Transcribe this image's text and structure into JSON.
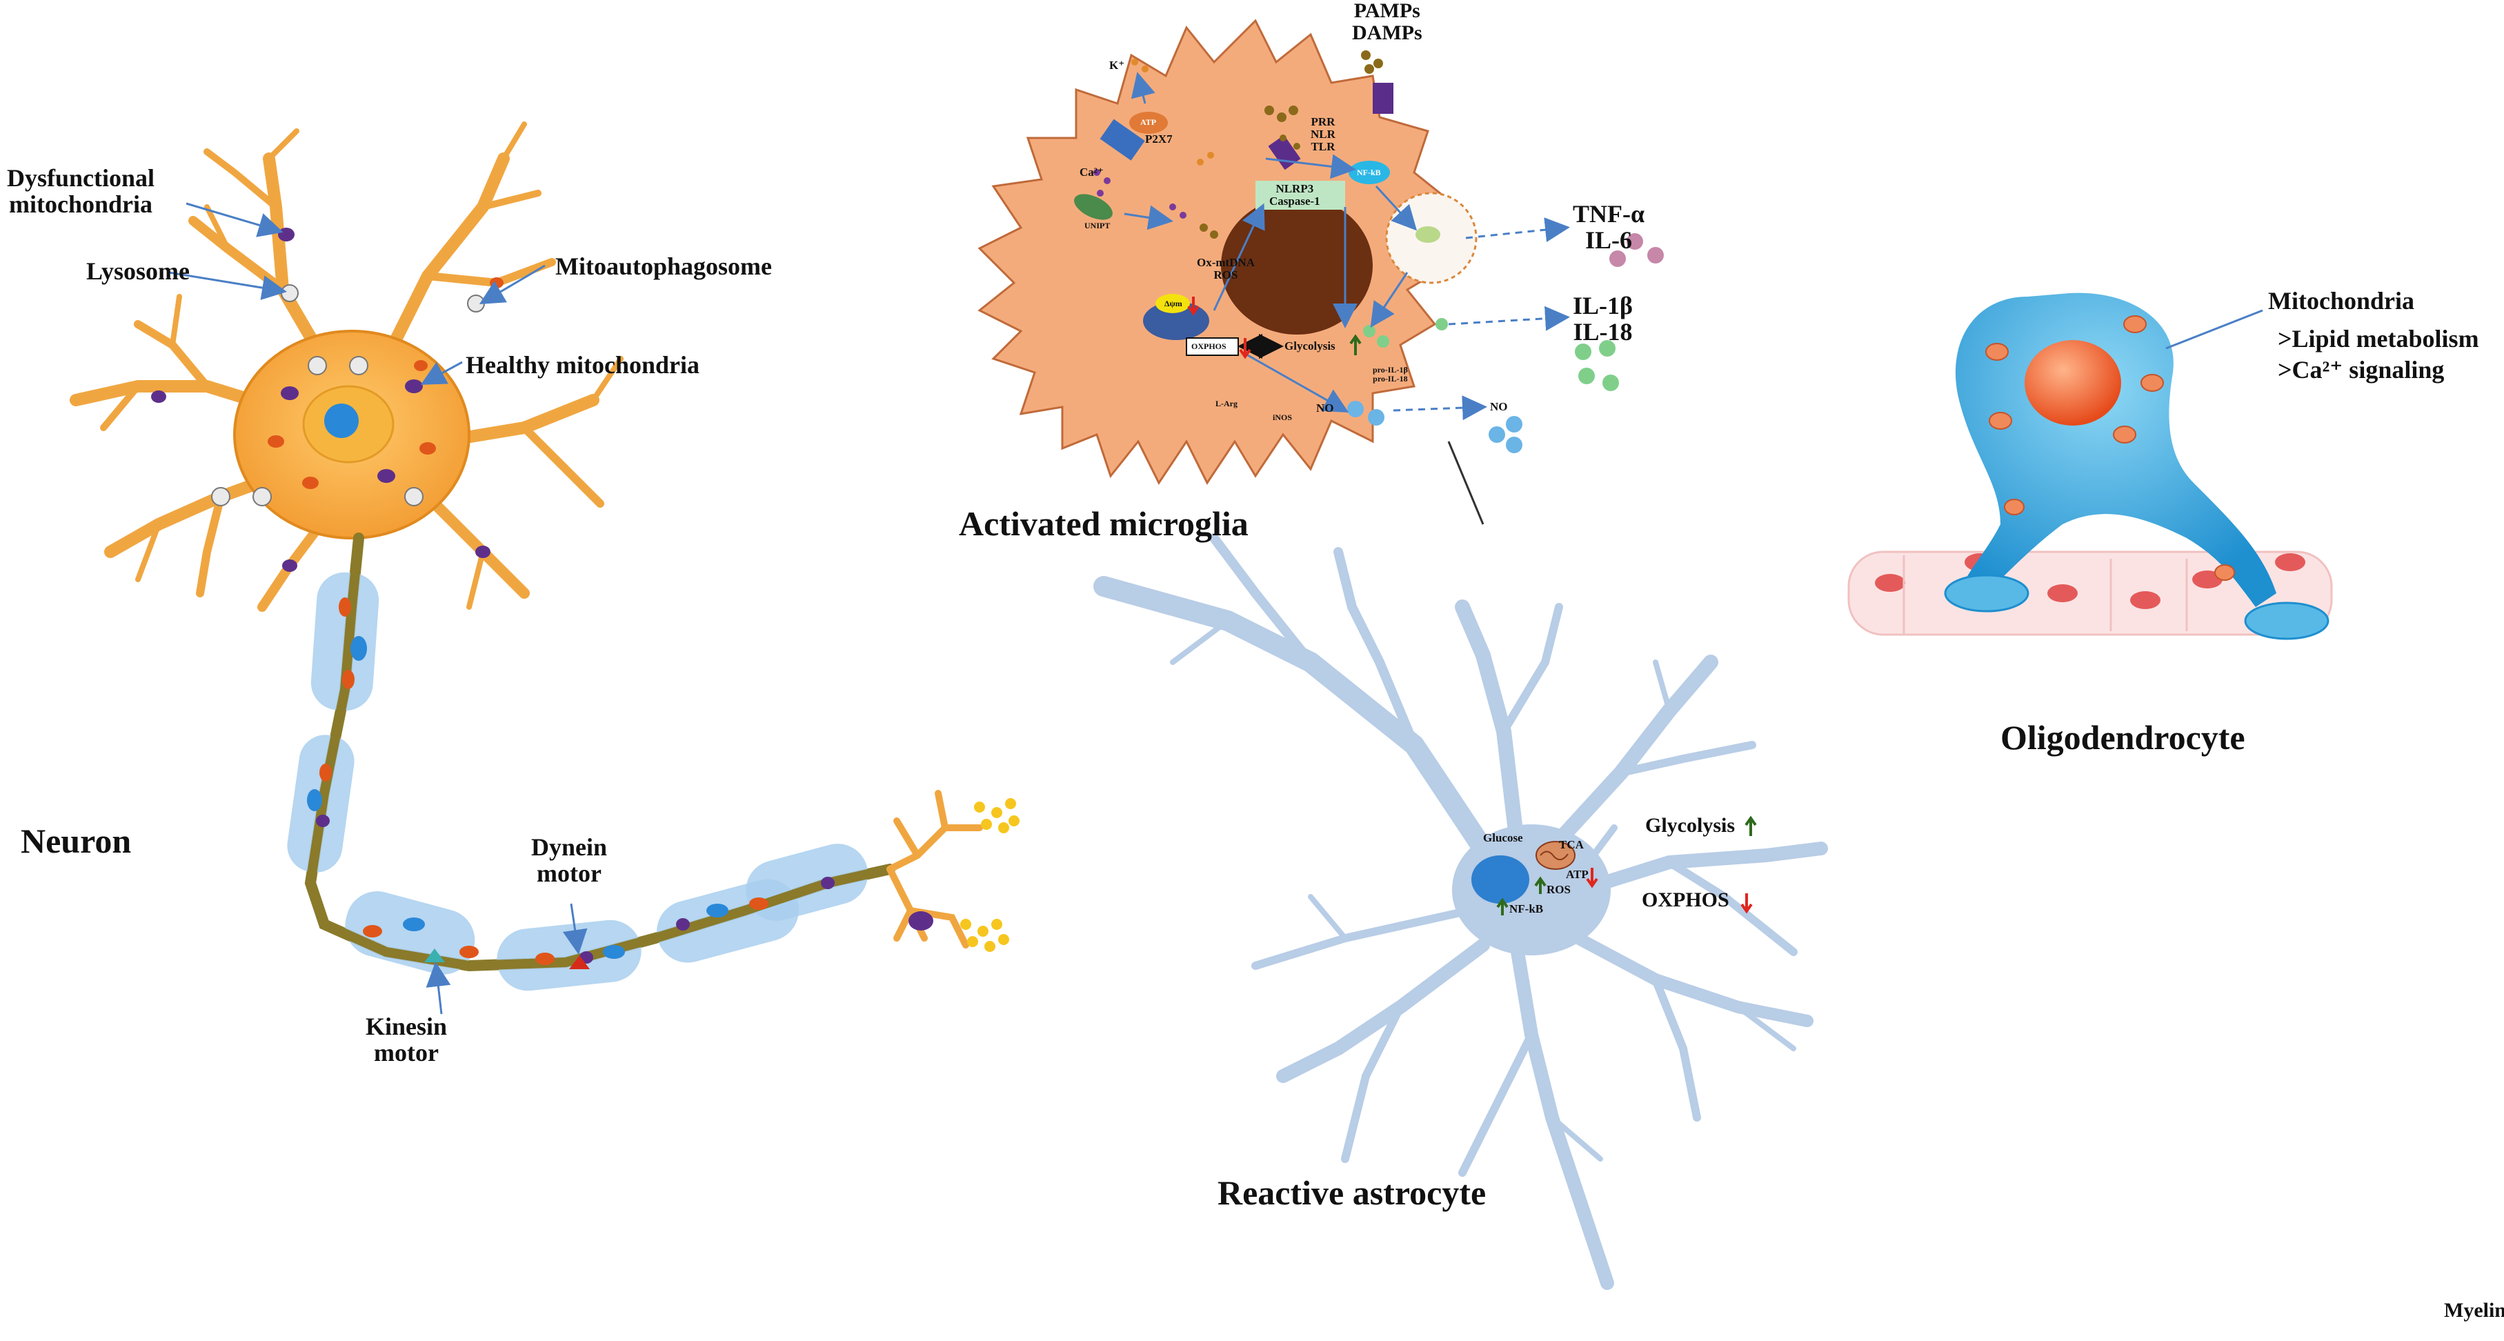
{
  "titles": {
    "neuron": "Neuron",
    "microglia": "Activated microglia",
    "astrocyte": "Reactive astrocyte",
    "oligodendrocyte": "Oligodendrocyte"
  },
  "neuron": {
    "dysfunctional_mitochondria": "Dysfunctional\nmitochondria",
    "lysosome": "Lysosome",
    "mitoautophagosome": "Mitoautophagosome",
    "healthy_mitochondria": "Healthy mitochondria",
    "dynein_motor": "Dynein\nmotor",
    "kinesin_motor": "Kinesin\nmotor"
  },
  "microglia": {
    "pamps_damps": "PAMPs\nDAMPs",
    "k_ion": "K⁺",
    "atp": "ATP",
    "p2x7": "P2X7",
    "prr_nlr_tlr": "PRR\nNLR\nTLR",
    "nfkb": "NF-kB",
    "ca_ion": "Ca²⁺",
    "uniporter": "UNIPT",
    "nlrp3_caspase": "NLRP3\nCaspase-1",
    "ox_mtdna_ros": "Ox-mtDNA\nROS",
    "delta_psi": "Δψm",
    "oxphos": "OXPHOS",
    "glycolysis": "Glycolysis",
    "pro_il": "pro-IL-1β\npro-IL-18",
    "l_arg": "L-Arg",
    "inos": "iNOS",
    "no_inner": "NO",
    "no_outer": "NO",
    "tnf_il6": "TNF-α\nIL-6",
    "il1b_il18": "IL-1β\nIL-18"
  },
  "astrocyte": {
    "glucose": "Glucose",
    "tca": "TCA",
    "atp": "ATP",
    "ros": "ROS",
    "nfkb": "NF-kB",
    "glycolysis": "Glycolysis",
    "oxphos": "OXPHOS"
  },
  "oligodendrocyte": {
    "mitochondria": "Mitochondria",
    "lipid": ">Lipid metabolism",
    "ca_signaling": ">Ca²⁺ signaling"
  },
  "myelin": "Myelin",
  "colors": {
    "neuron_body": "#f3a640",
    "neuron_outline": "#e08a1e",
    "axon": "#8a7a2a",
    "myelin_blue": "#a9cfee",
    "microglia_body": "#f4ab7b",
    "microglia_nucleus": "#6b2f12",
    "astrocyte": "#b8cde6",
    "oligodendrocyte": "#2aa9df",
    "arrow_blue": "#4a7fc6",
    "up_arrow": "#2e6b1c",
    "down_arrow": "#e0261d"
  }
}
